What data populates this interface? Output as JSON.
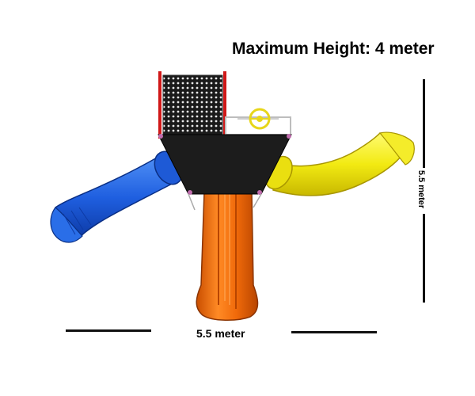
{
  "title": "Maximum Height: 4 meter",
  "dimensions": {
    "width_label": "5.5 meter",
    "depth_label": "5.5 meter"
  },
  "colors": {
    "blue_slide": "#1f5fe0",
    "orange_slide": "#f06a0a",
    "yellow_slide": "#f2ea12",
    "deck": "#1c1c1c",
    "post": "#d01818",
    "rail": "#bdbdbd"
  }
}
